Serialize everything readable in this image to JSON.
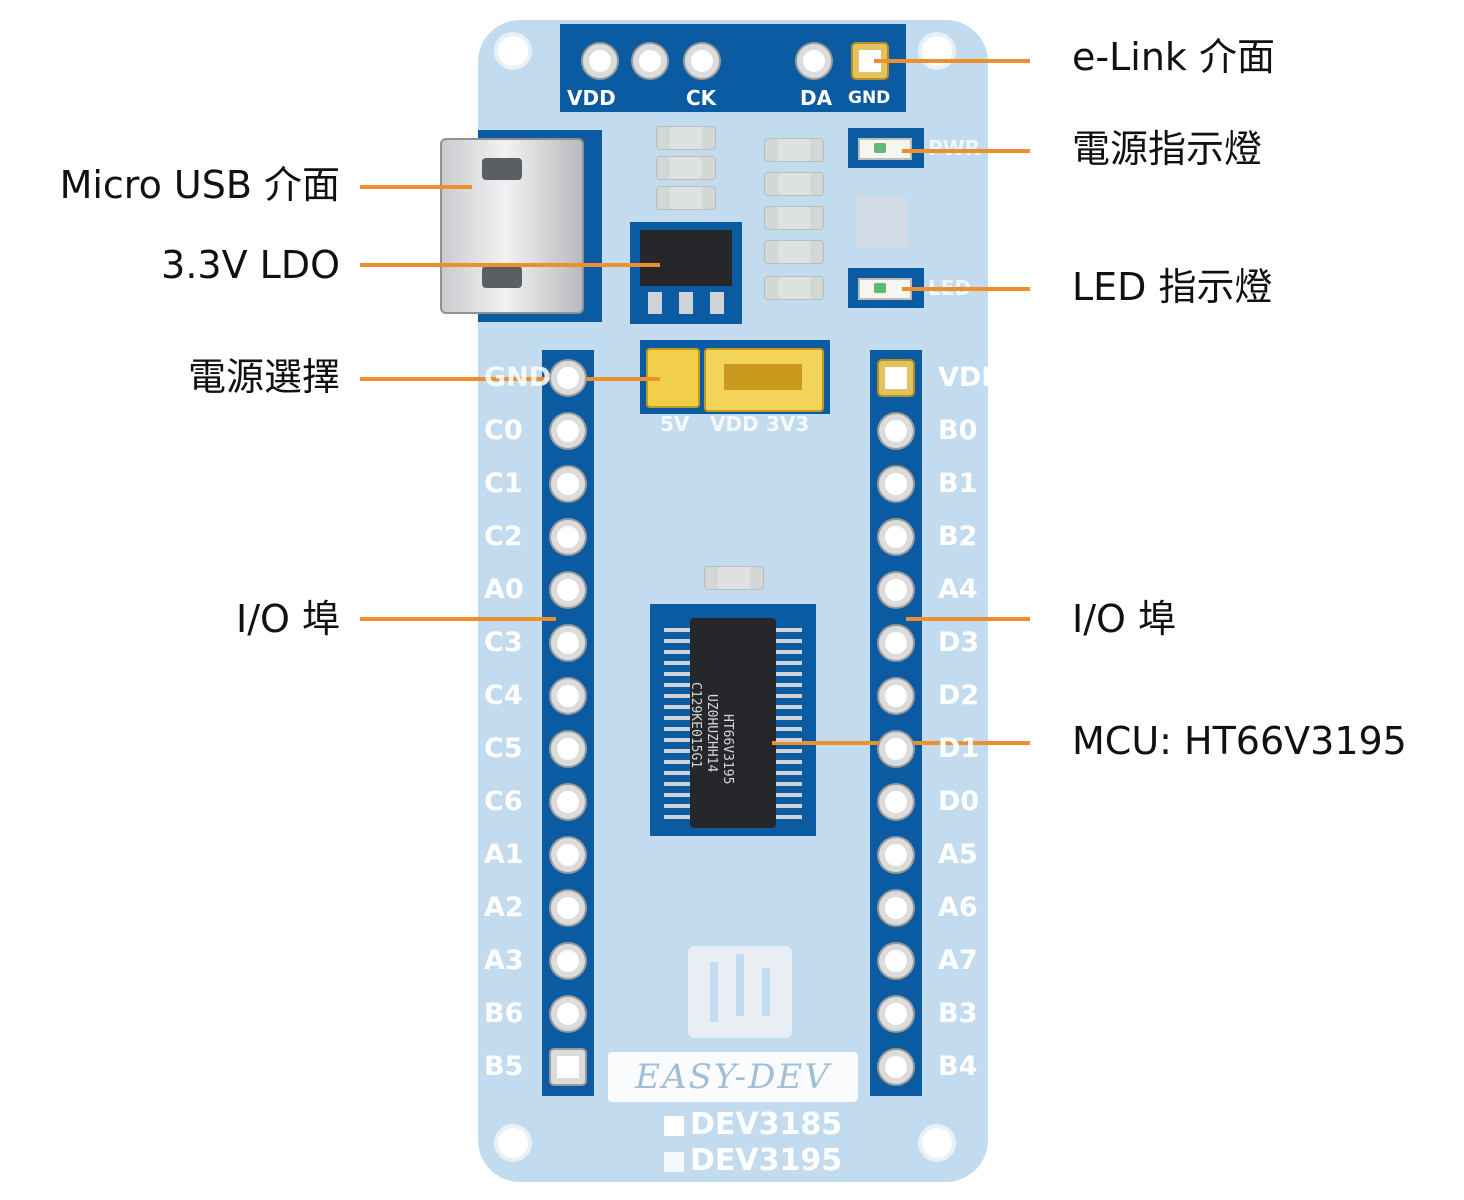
{
  "callouts": {
    "micro_usb": "Micro USB 介面",
    "ldo": "3.3V LDO",
    "power_select": "電源選擇",
    "io_left": "I/O 埠",
    "elink": "e-Link 介面",
    "power_led": "電源指示燈",
    "led": "LED 指示燈",
    "io_right": "I/O 埠",
    "mcu": "MCU: HT66V3195"
  },
  "board": {
    "header": [
      "VDD",
      "CK",
      "DA",
      "GND"
    ],
    "left_pins": [
      "GND",
      "C0",
      "C1",
      "C2",
      "A0",
      "C3",
      "C4",
      "C5",
      "C6",
      "A1",
      "A2",
      "A3",
      "B6",
      "B5"
    ],
    "right_pins": [
      "VDD",
      "B0",
      "B1",
      "B2",
      "A4",
      "D3",
      "D2",
      "D1",
      "D0",
      "A5",
      "A6",
      "A7",
      "B3",
      "B4"
    ],
    "jumper_labels": [
      "5V",
      "VDD",
      "3V3"
    ],
    "chip_markings": [
      "HT66V3195",
      "UZ0HUZHH14",
      "C129KE015G1"
    ],
    "brand": "EASY-DEV",
    "model_1": "DEV3185",
    "model_2": "DEV3195",
    "pwr_silk": "PWR",
    "led_silk": "LED"
  },
  "colors": {
    "accent": "#ec8f2c",
    "board": "#c2dbef",
    "header_blue": "#0b5ba3"
  }
}
